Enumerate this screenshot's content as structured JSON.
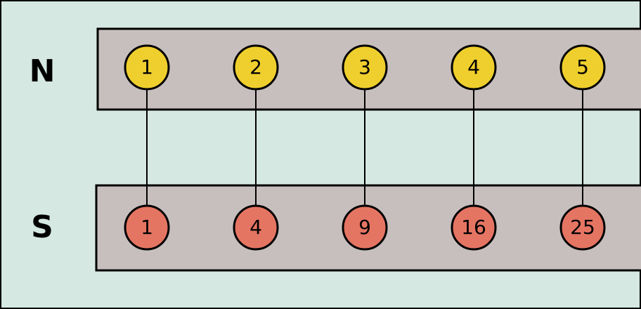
{
  "rows": {
    "top": {
      "label": "N",
      "values": [
        "1",
        "2",
        "3",
        "4",
        "5"
      ]
    },
    "bottom": {
      "label": "S",
      "values": [
        "1",
        "4",
        "9",
        "16",
        "25"
      ]
    }
  },
  "colors": {
    "background": "#d5e8e2",
    "band": "#c7bebe",
    "top_node": "#efcf2e",
    "bottom_node": "#e57563",
    "stroke": "#000000"
  }
}
